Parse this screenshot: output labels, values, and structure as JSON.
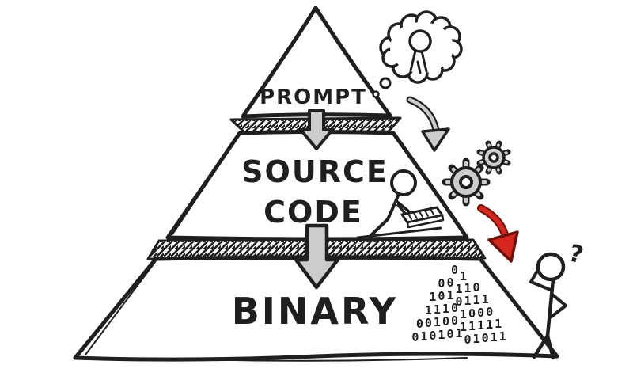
{
  "labels": {
    "top": "PROMPT",
    "middle_line1": "SOURCE",
    "middle_line2": "CODE",
    "bottom": "BINARY"
  },
  "annotations": {
    "question_mark": "?"
  },
  "binary": {
    "rows": [
      "01",
      "00110",
      "1010111",
      "11101000",
      "0010011111",
      "01010101011"
    ]
  },
  "colors": {
    "ink": "#1f1f1f",
    "gray": "#cccccc",
    "red": "#d5271d",
    "red-dark": "#6e1008",
    "bg": "#ffffff"
  }
}
